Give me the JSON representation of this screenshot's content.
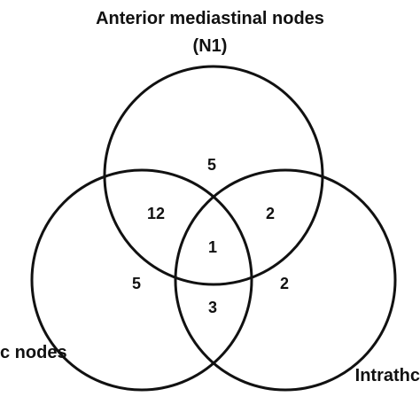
{
  "sets": {
    "top": {
      "label_line1": "Anterior mediastinal nodes",
      "label_line2": "(N1)"
    },
    "left": {
      "label": "c nodes"
    },
    "right": {
      "label": "Intrathc"
    }
  },
  "regions": {
    "top_only": "5",
    "top_left": "12",
    "top_right": "2",
    "all_three": "1",
    "left_only": "5",
    "right_only": "2",
    "left_right": "3"
  },
  "colors": {
    "stroke": "#111111",
    "background": "#ffffff"
  }
}
